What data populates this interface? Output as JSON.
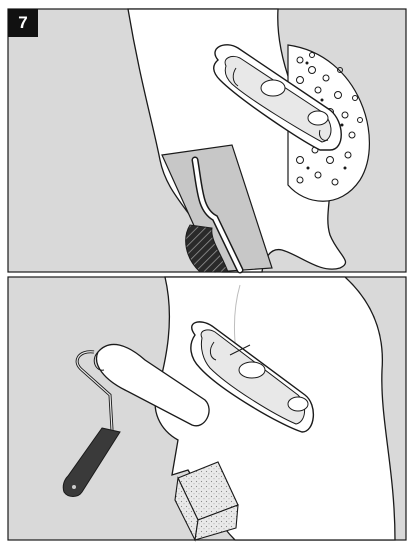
{
  "step": {
    "number": "7"
  },
  "panels": [
    {
      "id": "top",
      "items": [
        "wall-board",
        "drain-fitting",
        "perforated-membrane-disc",
        "trowel"
      ]
    },
    {
      "id": "bottom",
      "items": [
        "wall-board",
        "drain-fitting",
        "paint-roller",
        "sponge"
      ]
    }
  ],
  "colors": {
    "background_grey": "#d9d9d9",
    "board_white": "#ffffff",
    "line": "#1a1a1a",
    "metal_grey": "#bdbdbd",
    "handle_dark": "#3a3a3a",
    "sponge": "#e6e6e6"
  }
}
